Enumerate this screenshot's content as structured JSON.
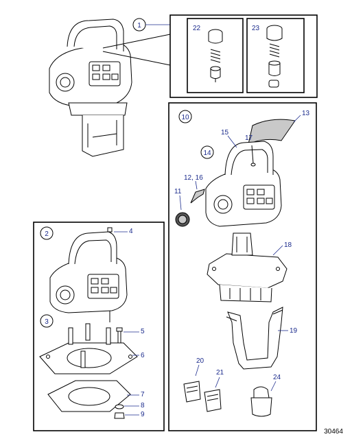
{
  "figure_number": "30464",
  "callouts": {
    "c1": "1",
    "c2": "2",
    "c3": "3",
    "c4": "4",
    "c5": "5",
    "c6": "6",
    "c7": "7",
    "c8": "8",
    "c9": "9",
    "c10": "10",
    "c11": "11",
    "c12_16": "12, 16",
    "c13": "13",
    "c14": "14",
    "c15": "15",
    "c17": "17",
    "c18": "18",
    "c19": "19",
    "c20": "20",
    "c21": "21",
    "c22": "22",
    "c23": "23",
    "c24": "24"
  },
  "colors": {
    "callout_text": "#1a2a8c",
    "outline": "#000000",
    "shading": "#c9c9c9"
  }
}
